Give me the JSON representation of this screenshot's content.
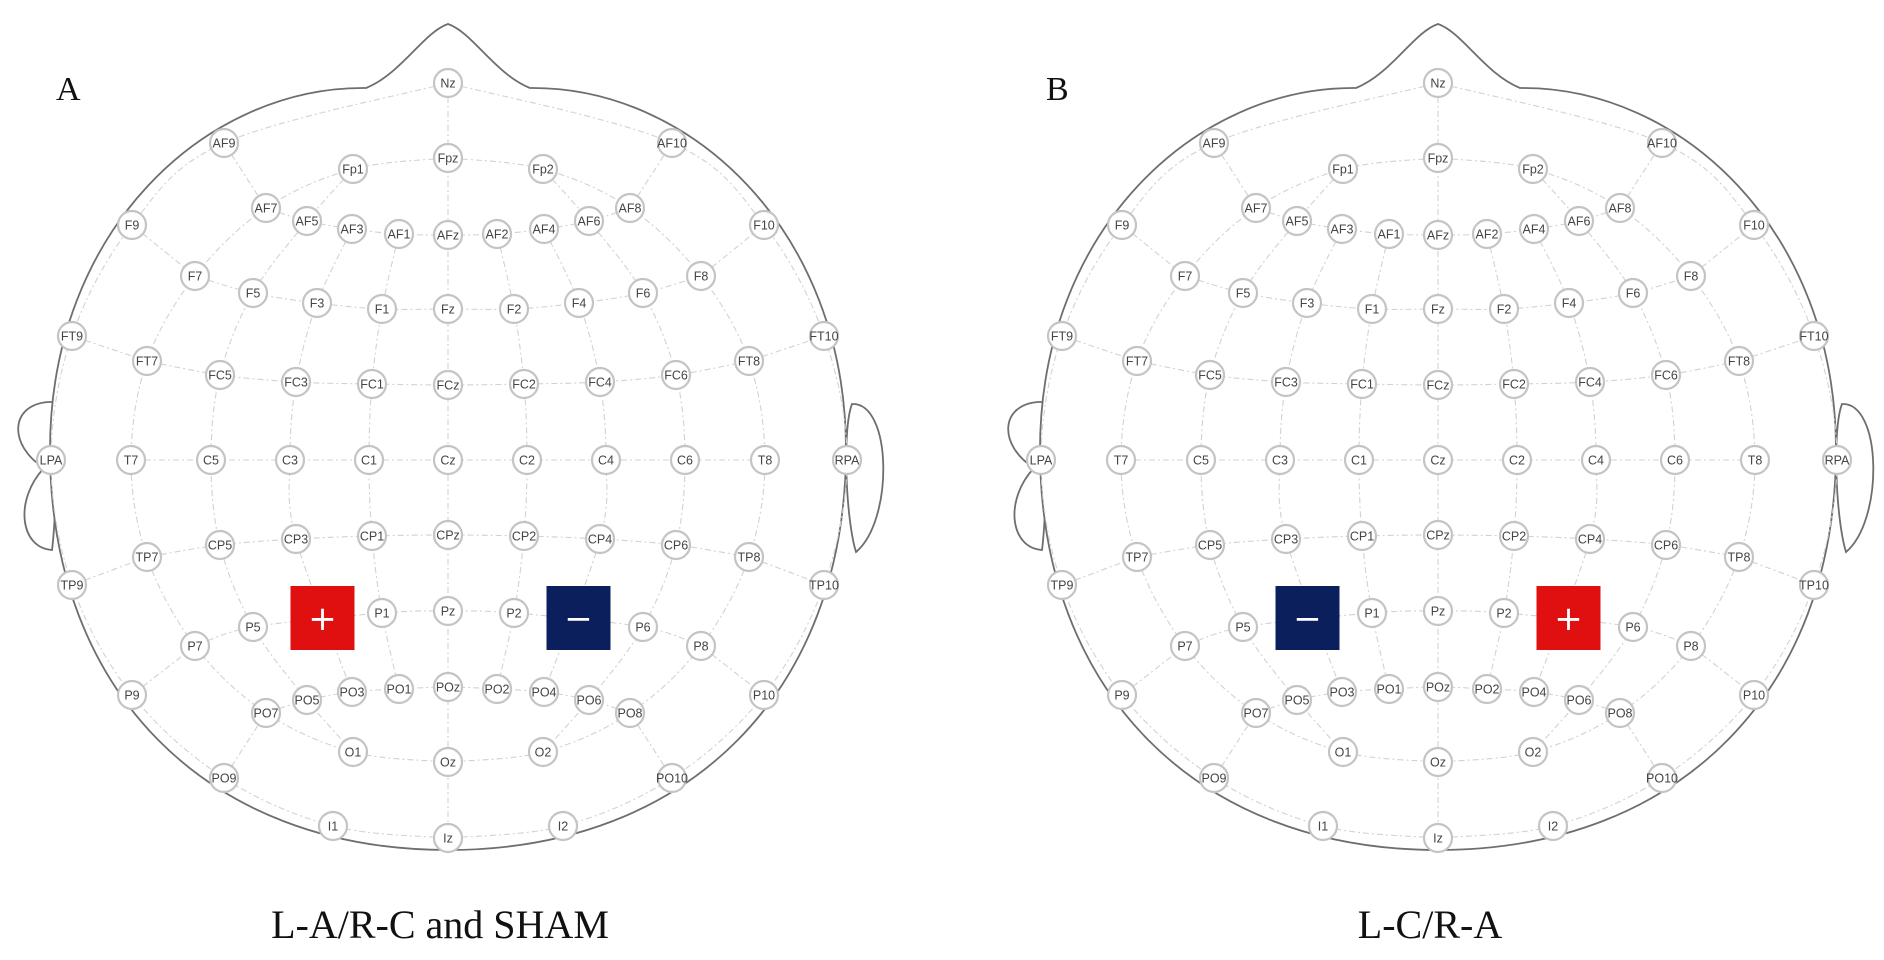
{
  "figure": {
    "panels": [
      {
        "letter": "A",
        "caption": "L-A/R-C and SHAM",
        "anode": {
          "label": "+",
          "color": "#e01010",
          "between": [
            "P5",
            "P1"
          ]
        },
        "cathode": {
          "label": "−",
          "color": "#0b1f5c",
          "between": [
            "P2",
            "P6"
          ]
        }
      },
      {
        "letter": "B",
        "caption": "L-C/R-A",
        "cathode": {
          "label": "−",
          "color": "#0b1f5c",
          "between": [
            "P5",
            "P1"
          ]
        },
        "anode": {
          "label": "+",
          "color": "#e01010",
          "between": [
            "P2",
            "P6"
          ]
        }
      }
    ],
    "electrodes": [
      "Nz",
      "AF9",
      "AF10",
      "Fp1",
      "Fpz",
      "Fp2",
      "AF7",
      "AF5",
      "AF3",
      "AF1",
      "AFz",
      "AF2",
      "AF4",
      "AF6",
      "AF8",
      "F9",
      "F10",
      "F7",
      "F5",
      "F3",
      "F1",
      "Fz",
      "F2",
      "F4",
      "F6",
      "F8",
      "FT9",
      "FT10",
      "FT7",
      "FC5",
      "FC3",
      "FC1",
      "FCz",
      "FC2",
      "FC4",
      "FC6",
      "FT8",
      "LPA",
      "T7",
      "C5",
      "C3",
      "C1",
      "Cz",
      "C2",
      "C4",
      "C6",
      "T8",
      "RPA",
      "TP7",
      "CP5",
      "CP3",
      "CP1",
      "CPz",
      "CP2",
      "CP4",
      "CP6",
      "TP8",
      "TP9",
      "TP10",
      "P7",
      "P5",
      "P1",
      "Pz",
      "P2",
      "P6",
      "P8",
      "P9",
      "P10",
      "PO7",
      "PO5",
      "PO3",
      "PO1",
      "POz",
      "PO2",
      "PO4",
      "PO6",
      "PO8",
      "O1",
      "Oz",
      "O2",
      "PO9",
      "PO10",
      "I1",
      "Iz",
      "I2"
    ]
  }
}
